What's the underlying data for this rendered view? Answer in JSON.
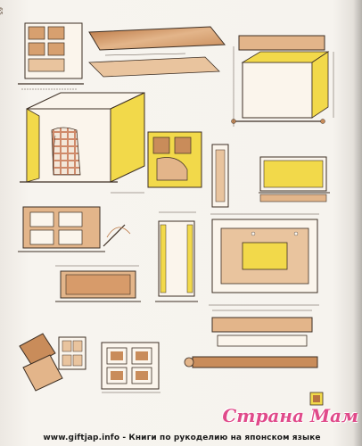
{
  "page": {
    "page_number": "65"
  },
  "footer": {
    "url_text": "www.giftjap.info - Книги по рукоделию на японском языке"
  },
  "watermark": {
    "text": "Страна Мам"
  },
  "colors": {
    "paper": "#f4f1ec",
    "wood_brown": "#c98c5a",
    "wood_light": "#e3b58a",
    "yellow_highlight": "#f2d94a",
    "ink": "#3d2f24",
    "dim_line": "#5a4d42",
    "watermark_pink": "#e04a8a"
  },
  "icons": [
    "needle-and-thread-icon",
    "small-knob-icon"
  ]
}
